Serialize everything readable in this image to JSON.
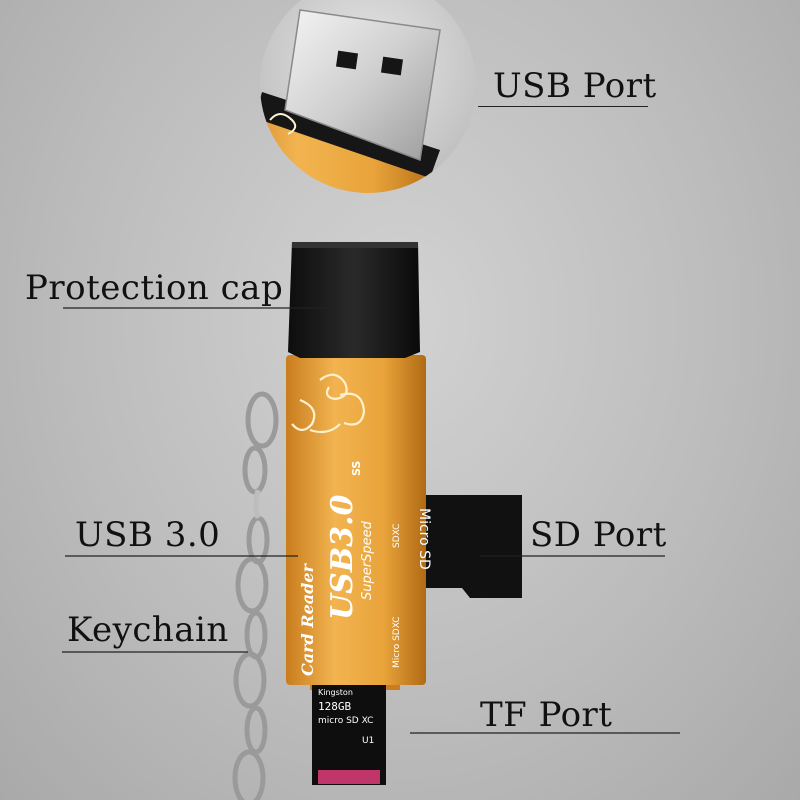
{
  "labels": {
    "usb_port": "USB Port",
    "protection_cap": "Protection cap",
    "usb30": "USB 3.0",
    "keychain": "Keychain",
    "sd_port": "SD Port",
    "tf_port": "TF Port"
  },
  "device": {
    "brand_text": "USB3.0",
    "sub_text": "SuperSpeed",
    "product_text": "Card Reader",
    "sdxc_text": "SDXC",
    "micro_sdxc_text": "Micro SDXC",
    "ss_logo_text": "SS"
  },
  "cards": {
    "sd_card_text": "Micro SD",
    "tf_brand": "Kingston",
    "tf_capacity": "128GB",
    "tf_type": "micro SD XC",
    "tf_class": "U1"
  },
  "colors": {
    "body_orange": "#e8a33c",
    "cap_black": "#1a1a1a",
    "connector_silver": "#d9d9d9"
  }
}
